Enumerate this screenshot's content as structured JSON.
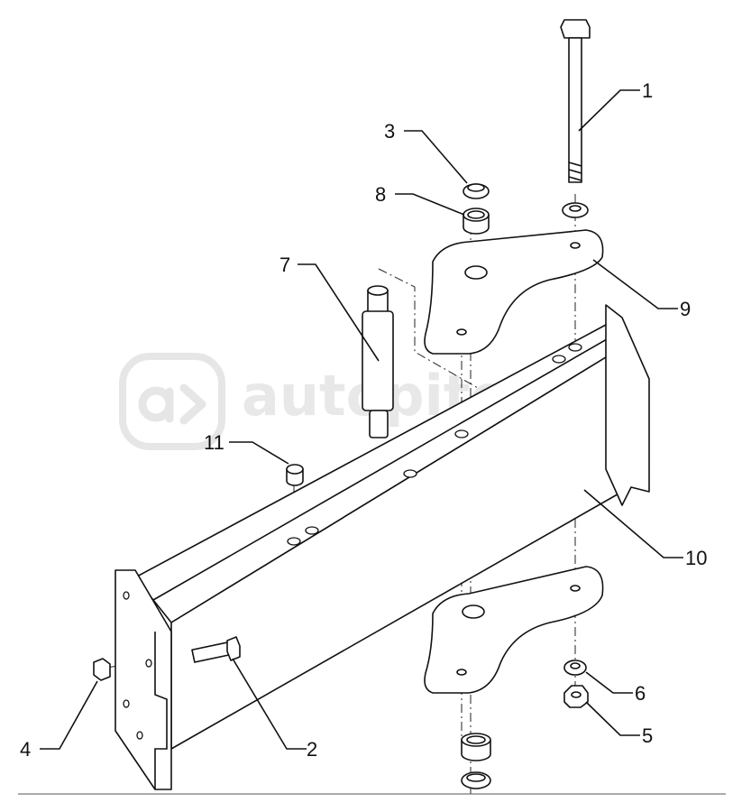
{
  "watermark": "autopiter.ru",
  "callouts": [
    {
      "id": "1"
    },
    {
      "id": "2"
    },
    {
      "id": "3"
    },
    {
      "id": "4"
    },
    {
      "id": "5"
    },
    {
      "id": "6"
    },
    {
      "id": "7"
    },
    {
      "id": "8"
    },
    {
      "id": "9"
    },
    {
      "id": "10"
    },
    {
      "id": "11"
    }
  ]
}
